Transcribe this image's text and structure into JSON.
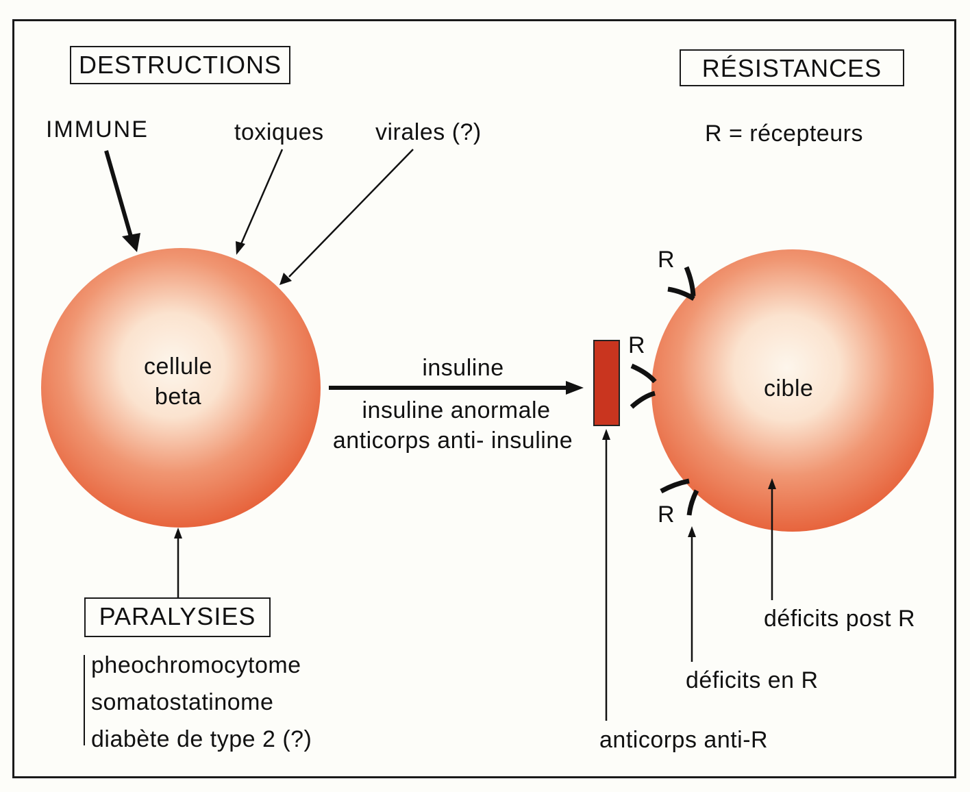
{
  "colors": {
    "cell_edge": "#e8613a",
    "cell_center": "#fdf6ec",
    "block": "#c9351f",
    "line": "#111111"
  },
  "destructions": {
    "title": "DESTRUCTIONS",
    "immune": "IMMUNE",
    "toxiques": "toxiques",
    "virales": "virales (?)"
  },
  "resistances": {
    "title": "RÉSISTANCES",
    "legend": "R = récepteurs"
  },
  "cell_beta": {
    "line1": "cellule",
    "line2": "beta"
  },
  "transport": {
    "insuline": "insuline",
    "anormale": "insuline anormale",
    "anticorps": "anticorps anti- insuline"
  },
  "target": {
    "label": "cible",
    "receptor_label": "R",
    "deficits_post": "déficits post R",
    "deficits_en": "déficits en R",
    "anticorps_anti_r": "anticorps anti-R"
  },
  "paralysies": {
    "title": "PARALYSIES",
    "items": [
      "pheochromocytome",
      "somatostatinome",
      "diabète de type 2 (?)"
    ]
  }
}
